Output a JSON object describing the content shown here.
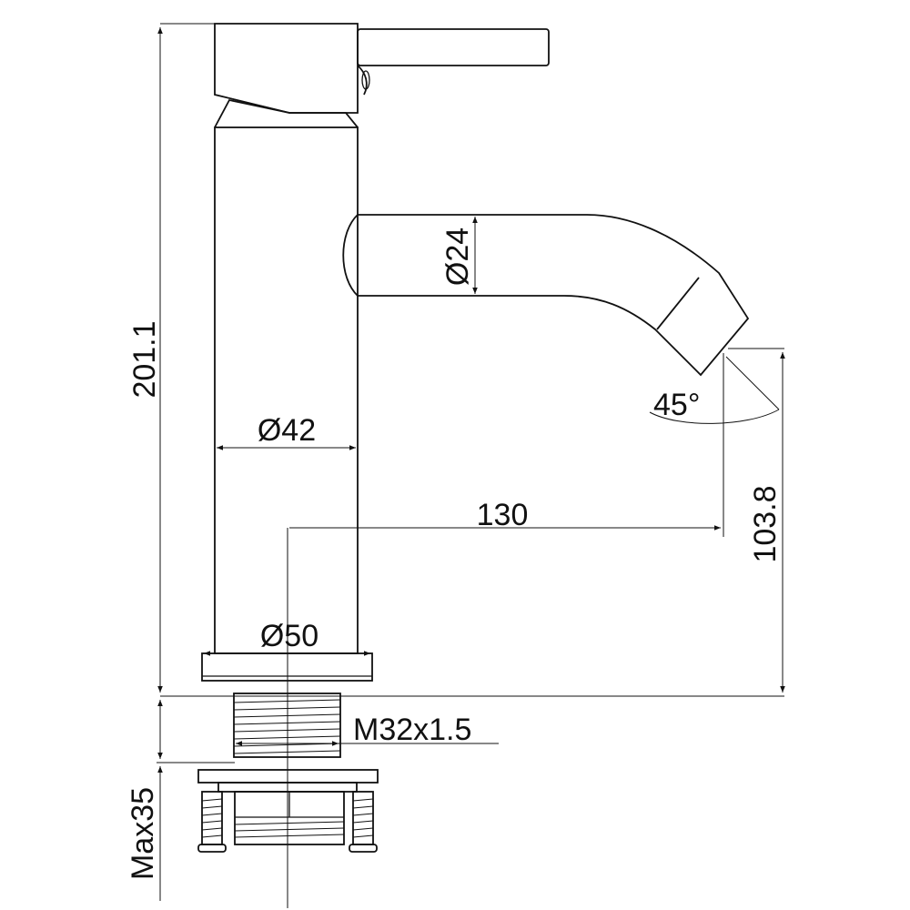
{
  "dimensions": {
    "total_height": "201.1",
    "body_diameter": "Ø42",
    "base_diameter": "Ø50",
    "spout_diameter": "Ø24",
    "spout_angle": "45°",
    "spout_reach": "130",
    "spout_height": "103.8",
    "thread": "M32x1.5",
    "max_counter": "Max35"
  }
}
